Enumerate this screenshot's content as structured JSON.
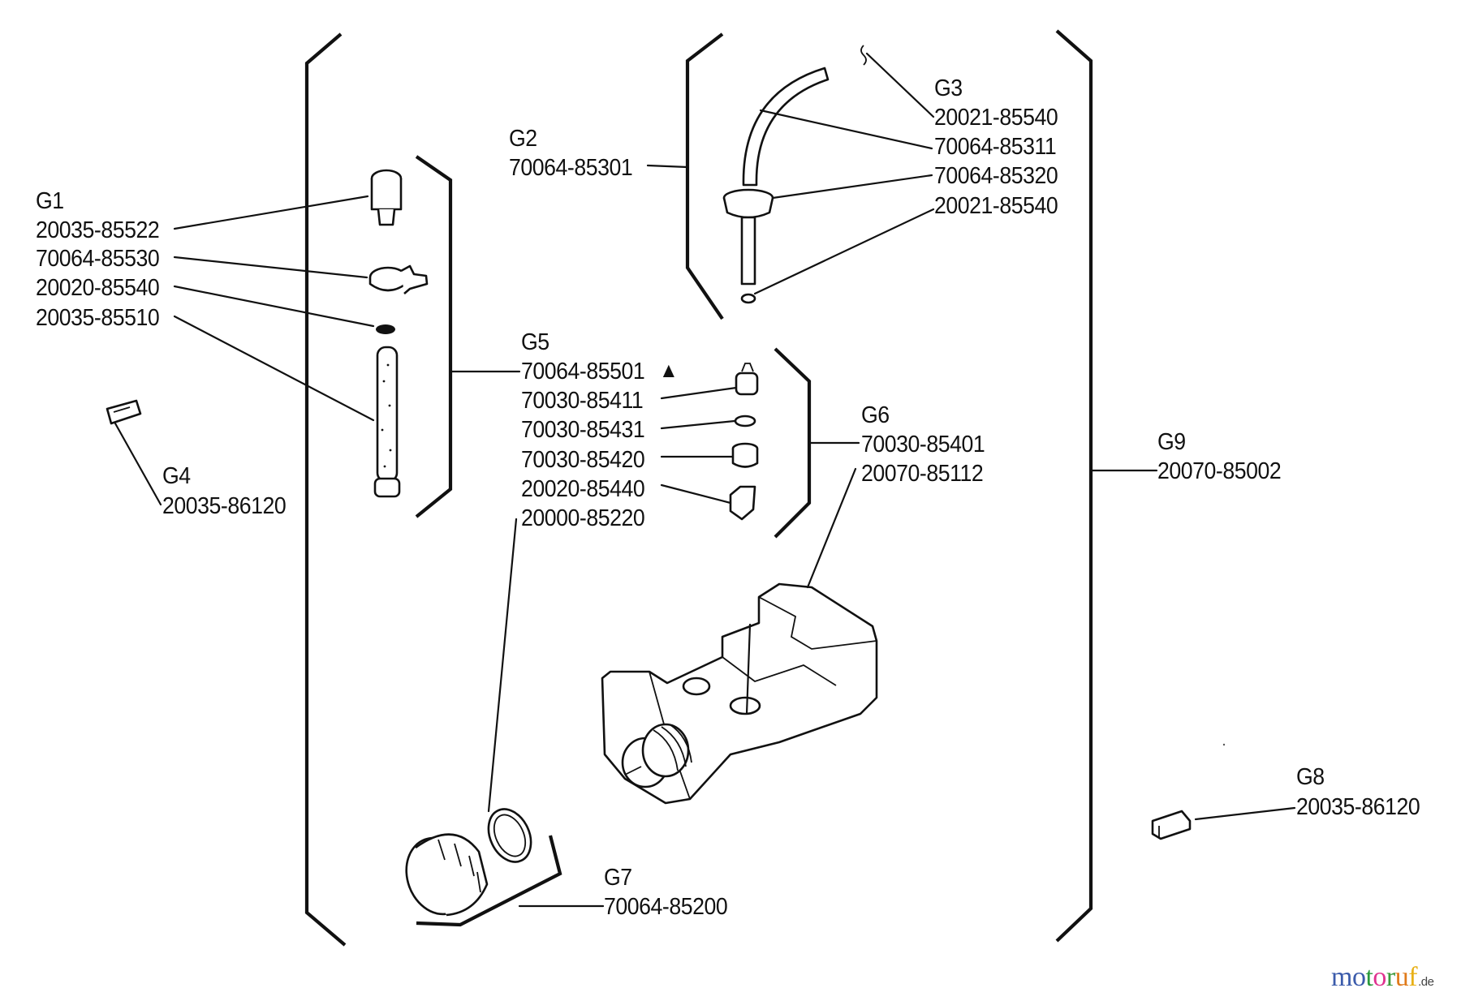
{
  "diagram": {
    "title": "Fuel tank exploded parts diagram",
    "groups": [
      {
        "id": "G1",
        "parts": [
          "20035-85522",
          "70064-85530",
          "20020-85540",
          "20035-85510"
        ]
      },
      {
        "id": "G2",
        "parts": [
          "70064-85301"
        ]
      },
      {
        "id": "G3",
        "parts": [
          "20021-85540",
          "70064-85311",
          "70064-85320",
          "20021-85540"
        ]
      },
      {
        "id": "G4",
        "parts": [
          "20035-86120"
        ]
      },
      {
        "id": "G5",
        "parts": [
          "70064-85501",
          "70030-85411",
          "70030-85431",
          "70030-85420",
          "20020-85440",
          "20000-85220"
        ],
        "marker": "▲"
      },
      {
        "id": "G6",
        "parts": [
          "70030-85401",
          "20070-85112"
        ]
      },
      {
        "id": "G7",
        "parts": [
          "70064-85200"
        ]
      },
      {
        "id": "G8",
        "parts": [
          "20035-86120"
        ]
      },
      {
        "id": "G9",
        "parts": [
          "20070-85002"
        ]
      }
    ]
  },
  "watermark": {
    "letters": [
      "m",
      "o",
      "t",
      "o",
      "r",
      "u",
      "f"
    ],
    "colors": [
      "#3b5bab",
      "#3b5bab",
      "#2a9a3c",
      "#e0338f",
      "#3b9a3b",
      "#e07a1a",
      "#e8b016"
    ],
    "tld": ".de"
  }
}
